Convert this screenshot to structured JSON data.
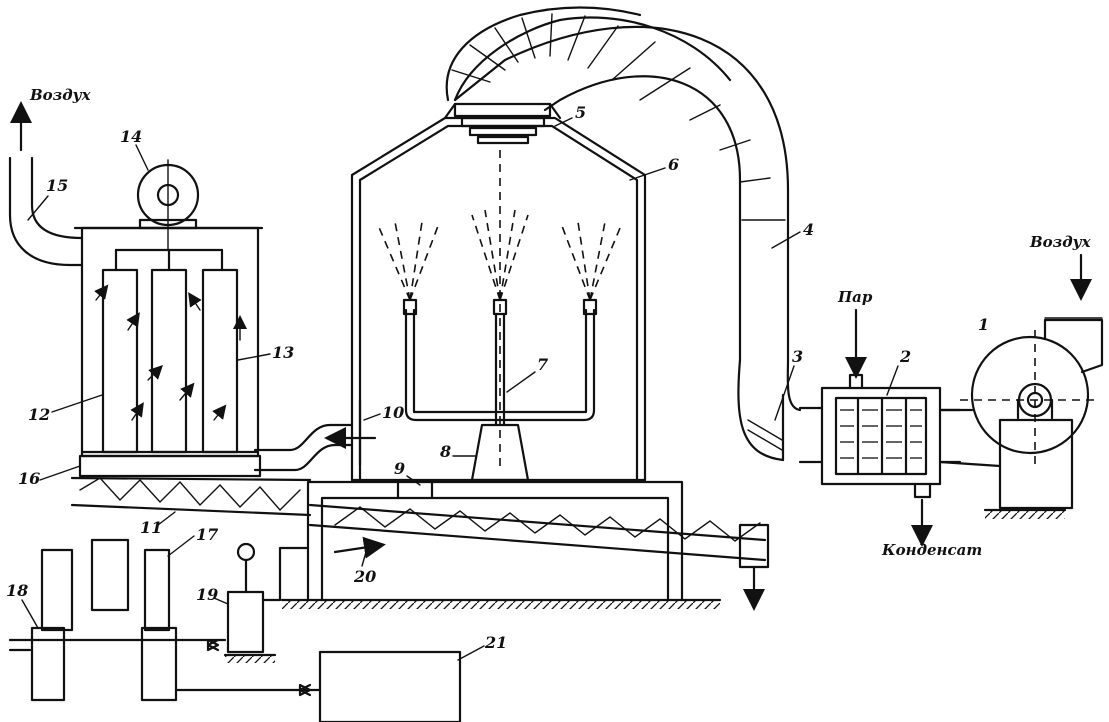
{
  "labels": {
    "air_top_left": "Воздух",
    "air_top_right": "Воздух",
    "steam": "Пар",
    "condensate": "Конденсат"
  },
  "callouts": [
    "1",
    "2",
    "3",
    "4",
    "5",
    "6",
    "7",
    "8",
    "9",
    "10",
    "11",
    "12",
    "13",
    "14",
    "15",
    "16",
    "17",
    "18",
    "19",
    "20",
    "21"
  ]
}
